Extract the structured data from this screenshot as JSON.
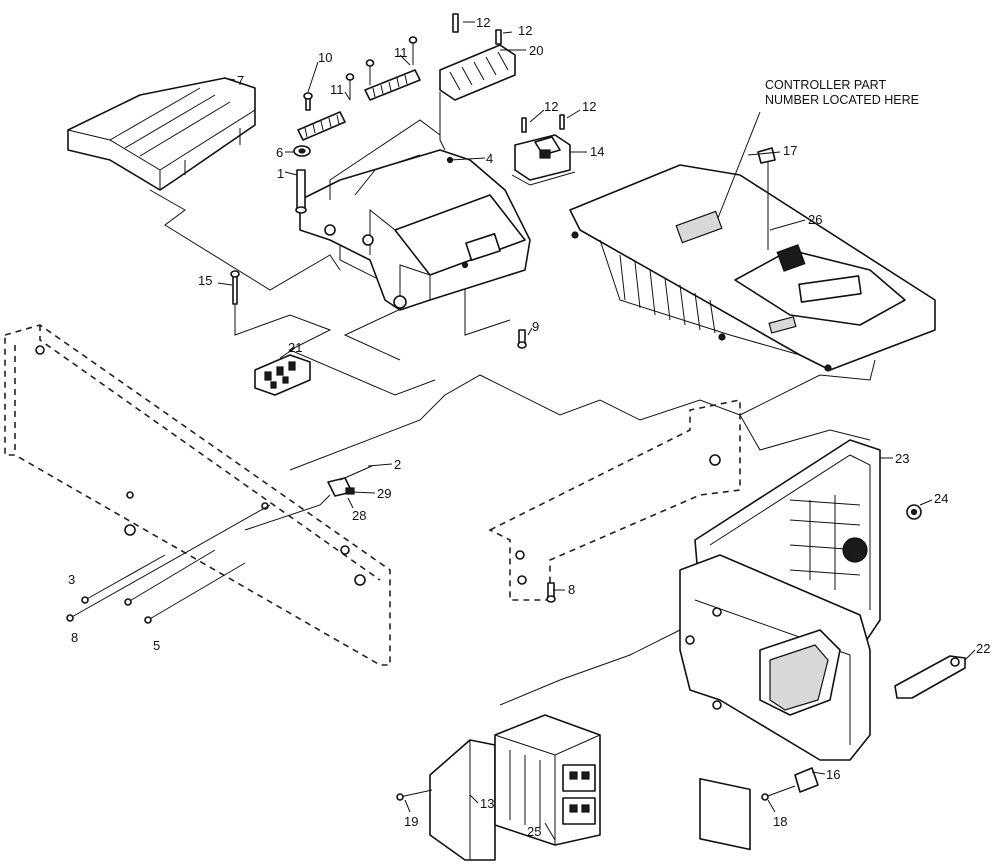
{
  "note": {
    "line1": "CONTROLLER PART",
    "line2": "NUMBER LOCATED HERE"
  },
  "callouts": [
    {
      "id": "c-1",
      "text": "1"
    },
    {
      "id": "c-2",
      "text": "2"
    },
    {
      "id": "c-3",
      "text": "3"
    },
    {
      "id": "c-4",
      "text": "4"
    },
    {
      "id": "c-5",
      "text": "5"
    },
    {
      "id": "c-6",
      "text": "6"
    },
    {
      "id": "c-7",
      "text": "7"
    },
    {
      "id": "c-8a",
      "text": "8"
    },
    {
      "id": "c-8b",
      "text": "8"
    },
    {
      "id": "c-9",
      "text": "9"
    },
    {
      "id": "c-10",
      "text": "10"
    },
    {
      "id": "c-11a",
      "text": "11"
    },
    {
      "id": "c-11b",
      "text": "11"
    },
    {
      "id": "c-12a",
      "text": "12"
    },
    {
      "id": "c-12b",
      "text": "12"
    },
    {
      "id": "c-12c",
      "text": "12"
    },
    {
      "id": "c-12d",
      "text": "12"
    },
    {
      "id": "c-13",
      "text": "13"
    },
    {
      "id": "c-14",
      "text": "14"
    },
    {
      "id": "c-15",
      "text": "15"
    },
    {
      "id": "c-16",
      "text": "16"
    },
    {
      "id": "c-17",
      "text": "17"
    },
    {
      "id": "c-18",
      "text": "18"
    },
    {
      "id": "c-19",
      "text": "19"
    },
    {
      "id": "c-20",
      "text": "20"
    },
    {
      "id": "c-21",
      "text": "21"
    },
    {
      "id": "c-22",
      "text": "22"
    },
    {
      "id": "c-23",
      "text": "23"
    },
    {
      "id": "c-24",
      "text": "24"
    },
    {
      "id": "c-25",
      "text": "25"
    },
    {
      "id": "c-26",
      "text": "26"
    },
    {
      "id": "c-28",
      "text": "28"
    },
    {
      "id": "c-29",
      "text": "29"
    }
  ]
}
